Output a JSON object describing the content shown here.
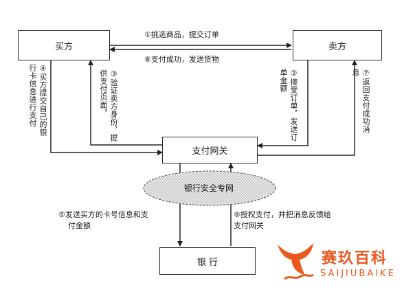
{
  "boxes": {
    "buyer": "买方",
    "seller": "卖方",
    "gateway": "支付网关",
    "bank": "银 行"
  },
  "network": "银行安全专网",
  "steps": {
    "s1": "①挑选商品，提交订单",
    "s8": "⑧支付成功，发送货物",
    "s4": [
      "④买方提交自己的银",
      "行卡信息进行支付"
    ],
    "s3": [
      "③验证卖方身份，提",
      "供支付页面。"
    ],
    "s2": [
      "②接受订单，发送订",
      "单金额"
    ],
    "s7": [
      "⑦返回支付成功消",
      "息"
    ],
    "s5": [
      "⑤发送买方的卡号信息和支",
      "付金额"
    ],
    "s6": [
      "⑥授权支付，并把消息反馈给",
      "支付网关"
    ]
  },
  "watermark": {
    "cn": "赛玖百科",
    "en": "SAIJIUBAIKE",
    "color": "#e9581f"
  }
}
